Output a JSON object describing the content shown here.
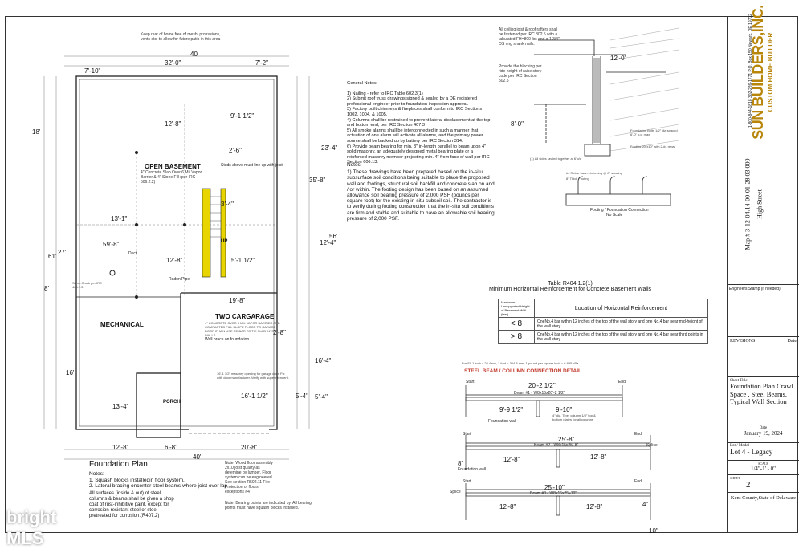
{
  "plan": {
    "top_note": "Keep rear of home free of mesh, protrusions, vents etc. to allow for future patio in this area",
    "overall_width_top": "40'",
    "dims_top": [
      "32'-0\"",
      "7'-2\""
    ],
    "dim_left_top": "7'-10\"",
    "dims_left": [
      "18'",
      "8'",
      "61'",
      "27'",
      "16'"
    ],
    "dim_center_left": "13'-1\"",
    "dim_center_left2": "59'-8\"",
    "dim_center_left3": "13'-4\"",
    "dims_mid": [
      "12'-8\"",
      "9'-1 1/2\"",
      "2'-6\"",
      "3'-4\"",
      "12'-8\"",
      "5'-1 1/2\""
    ],
    "dims_right": [
      "23'-4\"",
      "35'-8\"",
      "56'",
      "12'-4\"",
      "16'-4\"",
      "5'-4\""
    ],
    "dims_bottom": [
      "12'-8\"",
      "6'-8\"",
      "20'-8\""
    ],
    "overall_width_bottom": "40'",
    "dim_porch_bottom": "16'-1 1/2\"",
    "dim_porch_right": "5'-4\"",
    "dim_garage_top": "19'-8\"",
    "dim_right_gar": "2'-8\"",
    "rooms": {
      "open_basement": "OPEN BASEMENT",
      "open_basement_note": "4\" Concrete Slab Over 6 Mil Vapor Barrier & 4\" Stone Fill (per IRC 506.2.2)",
      "mechanical": "MECHANICAL",
      "two_car_garage": "TWO CARGARAGE",
      "garage_note": "4\" CONCRETE OVER 6 MIL VAPOR BARRIER AND COMPACTED FILL SLOPE FLOOR TO GARAGE DOOR 2\" MIN USE RE-BAR TO TIE SLAB INTO WALLS",
      "porch": "PORCH",
      "up": "UP",
      "duct": "Duct",
      "radon": "Radon Pipe",
      "sump": "Sump Crock per IRC 405.2.3",
      "studs_note": "Studs above must line up with joist",
      "garage_opening": "16'-1 1/2\" masonry opening for garage door, Fix with door manufacturer. Verify with superintendent.",
      "wall_brace": "Wall brace on foundation"
    },
    "title": "Foundation Plan",
    "notes": [
      "Notes:",
      "1. Squash blocks installedin floor system.",
      "2. Lateral bracing oncenter steel beams where joist over lap"
    ],
    "surfaces_note": "All surfaces (inside & out) of steel columns & beams shall be given a shop coat of rust-inhibitive paint, except for corrosion-resistant steel or steel pretreated for corrosion.(R407.2)",
    "wood_note": "Note: Wood floor assembly 2x10 joist quality as detemine by lumber. Floor system can be engineered. See section R502.11 Fire Protection of floors exceptions #4",
    "bearing_note": "Note: Bearing points are indicated by. All bearing points must have squash blocks installed."
  },
  "general_notes": {
    "heading": "General Notes:",
    "items": [
      "1) Nailing - refer to IRC Table 602.3(1)",
      "2) Submit roof truss drawings signed & sealed by a DE registered professional engineer prior to foundation inspection approval.",
      "3) Factory built chimneys & fireplaces shall conform to IRC Sections 1002, 1004, & 1005.",
      "4) Columns shall be restrained to prevent lateral displacement at the top and bottom end, per IRC Section 407.3",
      "5) All smoke alarms shall be interconnected in such a manner that actuation of one alarm will activate all alarms, and the primary power source shall be backed up by battery per IRC Section 314.",
      "6) Provide beam bearing for min. 3\" in-length parallel to beam upon 4\" solid masonry, an adequately designed metal bearing plate or a reinforced masonry member projecting min. 4\" from face of wall per IRC Section 606.13."
    ],
    "notes_heading": "Notes:",
    "notes_text": "1) These drawings have been prepared based on the in-situ subsurface soil conditions being suitable to place the proposed wall and footings, structural soil backfill and concrete slab on and / or within. The footing design has been based on an assumed allowance soil bearing pressure of 2,000 PSF (pounds per square foot) for the existing in-situ subsoil soil. The contractor is to verify during footing construction that the in-situ soil conditions are firm and stable and suitable to have an allowable soil bearing pressure of 2,000 PSF."
  },
  "section": {
    "dim_a": "12'-0\"",
    "dim_b": "8'-0\"",
    "caption": "(1) All sides sealed together at 6\"o/c",
    "callout_top": "All ceiling joist & roof rafters shall be fastened per IRC 802.5 with a tabulated FH=800 lbs and a 1 3/4\" OS ring shank nails.",
    "callout_right_a": "Foundation Bolts 1/2\" dia spaced 6'-0\" o.c. max",
    "callout_right_b": "Footing 20\"x10\" with 2-#4 rebar",
    "provide_blocking": "Provide the blocking per ride height of raise story code per IRC Section 502.5"
  },
  "footing_detail": {
    "label_a": "#4 Rebar bars reinforcing @ 8\" spacing",
    "label_b": "8\" Thick Footing",
    "title": "Footing / Foundation Connection",
    "scale": "No Scale"
  },
  "table": {
    "caption_1": "Table R404.1.2(1)",
    "caption_2": "Minimum Horizontal Reinforcement for Concrete Basement Walls",
    "head_left": "Maximum Unsupported Height of Basement Wall (feet)",
    "head_right": "Location of Horizontal Reinforcement",
    "rows": [
      {
        "height": "< 8",
        "location": "OneNo.4 bar within 12 inches of the top of the wall story and one No.4 bar near mid-height of the wall story."
      },
      {
        "height": "> 8",
        "location": "OneNo.4 bar within 12 inches of the top of the wall story and one No.4 bar near third points in the wall story."
      }
    ],
    "footnote": "For SI: 1 inch = 25.4mm, 1 foot = 304.8 mm, 1 pound per square inch = 6.895 kPa."
  },
  "steel": {
    "title": "STEEL BEAM / COLUMN CONNECTION DETAIL",
    "b1_start": "Start",
    "b1_end": "End",
    "b1_len": "20'-2 1/2\"",
    "b1_beam": "Beam #1 - W8x15x20'-2 1/2\"",
    "b1_a": "9'-9 1/2\"",
    "b1_b": "9'-10\"",
    "b1_wall": "Foundation wall",
    "b1_col": "4\" dia. Tiber column 1/8\" top & bottom plates for all columns",
    "b2_start": "Start",
    "b2_end": "End",
    "b2_splice": "Splice",
    "b2_len": "25'-8\"",
    "b2_beam": "Beam #2 - W8x15x25'-8\"",
    "b2_a": "12'-8\"",
    "b2_b": "12'-8\"",
    "b2_left": "8\"",
    "b2_wall": "Foundation wall",
    "b3_start": "Start",
    "b3_end": "End",
    "b3_splice": "Splice",
    "b3_len": "25'-10\"",
    "b3_beam": "Beam #3 - W8x15x25'-10\"",
    "b3_a": "12'-8\"",
    "b3_b": "12'-8\"",
    "b3_right_a": "4\"",
    "b3_right_b": "10\""
  },
  "title_block": {
    "company": "SUN BUILDERS,INC.",
    "tagline": "CUSTOM HOME BUILDER",
    "address": "1-800-844-1818 302-226-1771 P.O. Box 150 Newark, DE 19702",
    "street": "High Street",
    "map": "Map # 3-12-04.14-00-01-28.03 000",
    "engineer": "Engineers Stamp (if needed)",
    "revisions": "REVISIONS",
    "date_col": "Date",
    "sheet_title_label": "Sheet Title:",
    "sheet_title": "Foundation Plan Crawl Space , Steel Beams, Typical Wall Section",
    "date_label": "Date",
    "date": "January 19, 2024",
    "lot_label": "Lot / Model",
    "lot": "Lot 4 - Legacy",
    "scale_label": "SCALE",
    "scale": "1/4\"-1' - 0\"",
    "sheet_label": "SHEET",
    "sheet": "2",
    "county": "Kent County,State of Delaware"
  },
  "watermark": "bright MLS"
}
